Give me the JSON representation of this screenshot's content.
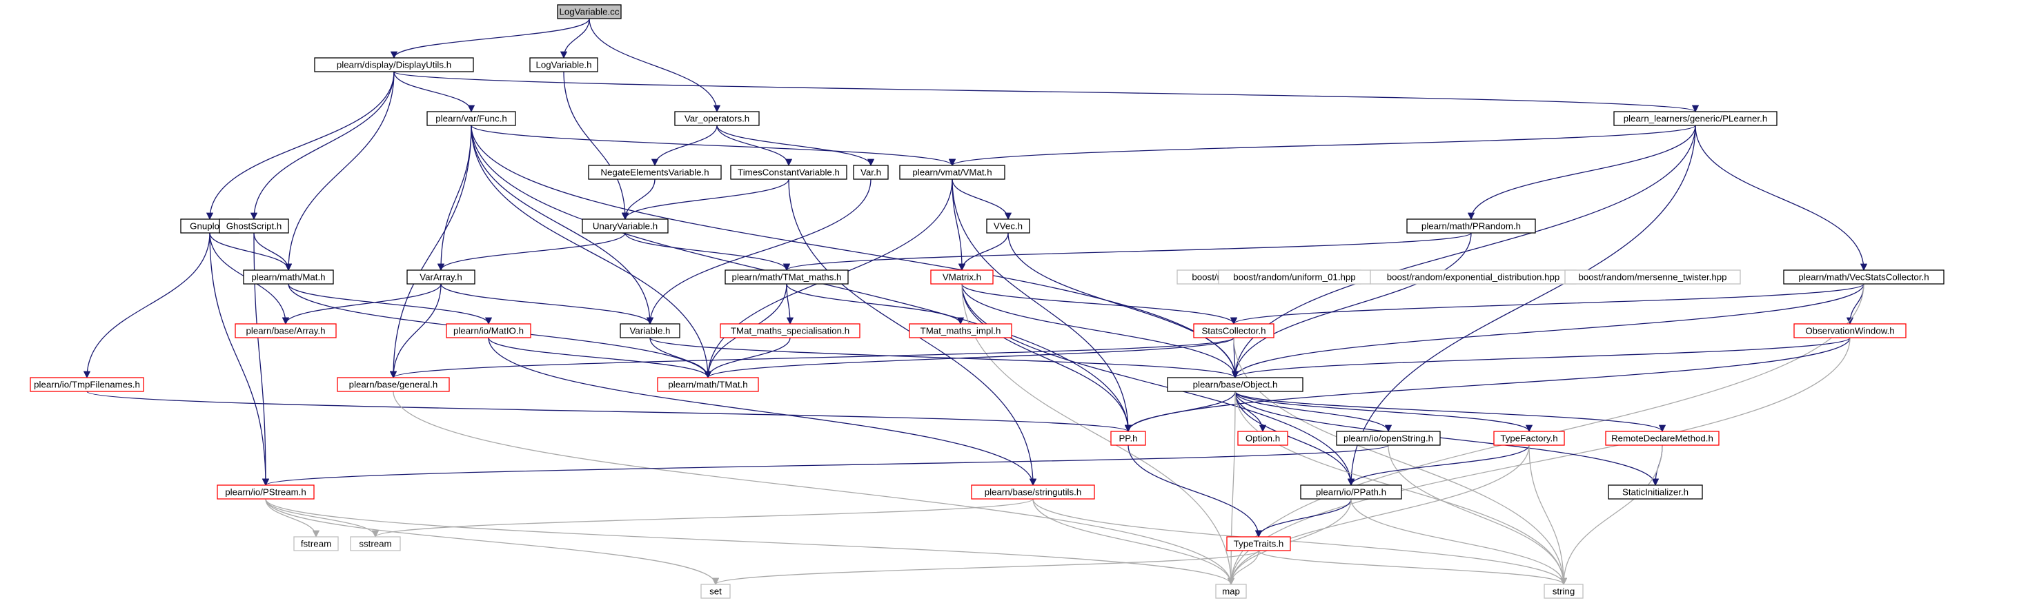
{
  "colors": {
    "edge_includes": "#191970",
    "edge_external": "#a9a9a9",
    "border_normal": "#000000",
    "border_truncated": "#ff0000",
    "border_external": "#bfbfbf",
    "fill_root": "#bfbfbf",
    "fill_normal": "#ffffff"
  },
  "nodes": [
    {
      "id": "root",
      "label": "LogVariable.cc",
      "kind": "root"
    },
    {
      "id": "displayutils",
      "label": "plearn/display/DisplayUtils.h",
      "kind": "normal"
    },
    {
      "id": "logvarh",
      "label": "LogVariable.h",
      "kind": "normal"
    },
    {
      "id": "varops",
      "label": "Var_operators.h",
      "kind": "normal"
    },
    {
      "id": "func",
      "label": "plearn/var/Func.h",
      "kind": "normal"
    },
    {
      "id": "plearner",
      "label": "plearn_learners/generic/PLearner.h",
      "kind": "normal"
    },
    {
      "id": "negate",
      "label": "NegateElementsVariable.h",
      "kind": "normal"
    },
    {
      "id": "timesconst",
      "label": "TimesConstantVariable.h",
      "kind": "normal"
    },
    {
      "id": "varh",
      "label": "Var.h",
      "kind": "normal"
    },
    {
      "id": "vmat",
      "label": "plearn/vmat/VMat.h",
      "kind": "normal"
    },
    {
      "id": "gnuplot",
      "label": "Gnuplot.h",
      "kind": "normal"
    },
    {
      "id": "ghostscript",
      "label": "GhostScript.h",
      "kind": "normal"
    },
    {
      "id": "unary",
      "label": "UnaryVariable.h",
      "kind": "normal"
    },
    {
      "id": "vvec",
      "label": "VVec.h",
      "kind": "normal"
    },
    {
      "id": "prandom",
      "label": "plearn/math/PRandom.h",
      "kind": "normal"
    },
    {
      "id": "mat",
      "label": "plearn/math/Mat.h",
      "kind": "normal"
    },
    {
      "id": "vararray",
      "label": "VarArray.h",
      "kind": "normal"
    },
    {
      "id": "tmatmaths",
      "label": "plearn/math/TMat_maths.h",
      "kind": "normal"
    },
    {
      "id": "vmatrix",
      "label": "VMatrix.h",
      "kind": "truncated"
    },
    {
      "id": "normaldist",
      "label": "boost/random/normal_distribution.hpp",
      "kind": "external"
    },
    {
      "id": "uniform01",
      "label": "boost/random/uniform_01.hpp",
      "kind": "external"
    },
    {
      "id": "expdist",
      "label": "boost/random/exponential_distribution.hpp",
      "kind": "external"
    },
    {
      "id": "mersenne",
      "label": "boost/random/mersenne_twister.hpp",
      "kind": "external"
    },
    {
      "id": "vecstats",
      "label": "plearn/math/VecStatsCollector.h",
      "kind": "normal"
    },
    {
      "id": "array",
      "label": "plearn/base/Array.h",
      "kind": "truncated"
    },
    {
      "id": "matio",
      "label": "plearn/io/MatIO.h",
      "kind": "truncated"
    },
    {
      "id": "variableh",
      "label": "Variable.h",
      "kind": "normal"
    },
    {
      "id": "tmatspec",
      "label": "TMat_maths_specialisation.h",
      "kind": "truncated"
    },
    {
      "id": "tmatimpl",
      "label": "TMat_maths_impl.h",
      "kind": "truncated"
    },
    {
      "id": "statscollector",
      "label": "StatsCollector.h",
      "kind": "truncated"
    },
    {
      "id": "obswindow",
      "label": "ObservationWindow.h",
      "kind": "truncated"
    },
    {
      "id": "tmpfilenames",
      "label": "plearn/io/TmpFilenames.h",
      "kind": "truncated"
    },
    {
      "id": "general",
      "label": "plearn/base/general.h",
      "kind": "truncated"
    },
    {
      "id": "tmat",
      "label": "plearn/math/TMat.h",
      "kind": "truncated"
    },
    {
      "id": "object",
      "label": "plearn/base/Object.h",
      "kind": "normal"
    },
    {
      "id": "pph",
      "label": "PP.h",
      "kind": "truncated"
    },
    {
      "id": "option",
      "label": "Option.h",
      "kind": "truncated"
    },
    {
      "id": "openstring",
      "label": "plearn/io/openString.h",
      "kind": "normal"
    },
    {
      "id": "typefactory",
      "label": "TypeFactory.h",
      "kind": "truncated"
    },
    {
      "id": "remotedeclare",
      "label": "RemoteDeclareMethod.h",
      "kind": "truncated"
    },
    {
      "id": "pstream",
      "label": "plearn/io/PStream.h",
      "kind": "truncated"
    },
    {
      "id": "stringutils",
      "label": "plearn/base/stringutils.h",
      "kind": "truncated"
    },
    {
      "id": "ppath",
      "label": "plearn/io/PPath.h",
      "kind": "normal"
    },
    {
      "id": "staticinit",
      "label": "StaticInitializer.h",
      "kind": "normal"
    },
    {
      "id": "fstream",
      "label": "fstream",
      "kind": "external"
    },
    {
      "id": "sstream",
      "label": "sstream",
      "kind": "external"
    },
    {
      "id": "typetraits",
      "label": "TypeTraits.h",
      "kind": "truncated"
    },
    {
      "id": "set",
      "label": "set",
      "kind": "external"
    },
    {
      "id": "map",
      "label": "map",
      "kind": "external"
    },
    {
      "id": "string",
      "label": "string",
      "kind": "external"
    }
  ],
  "edges": [
    [
      "root",
      "displayutils"
    ],
    [
      "root",
      "logvarh"
    ],
    [
      "root",
      "varops"
    ],
    [
      "displayutils",
      "func"
    ],
    [
      "displayutils",
      "plearner"
    ],
    [
      "displayutils",
      "gnuplot"
    ],
    [
      "displayutils",
      "ghostscript"
    ],
    [
      "displayutils",
      "mat"
    ],
    [
      "logvarh",
      "unary"
    ],
    [
      "varops",
      "negate"
    ],
    [
      "varops",
      "timesconst"
    ],
    [
      "varops",
      "varh"
    ],
    [
      "func",
      "vmat"
    ],
    [
      "func",
      "general"
    ],
    [
      "func",
      "pph"
    ],
    [
      "func",
      "vararray"
    ],
    [
      "func",
      "tmat"
    ],
    [
      "func",
      "variableh"
    ],
    [
      "func",
      "object"
    ],
    [
      "plearner",
      "vmat"
    ],
    [
      "plearner",
      "prandom"
    ],
    [
      "plearner",
      "vecstats"
    ],
    [
      "plearner",
      "object"
    ],
    [
      "plearner",
      "ppath"
    ],
    [
      "negate",
      "unary"
    ],
    [
      "timesconst",
      "unary"
    ],
    [
      "timesconst",
      "stringutils"
    ],
    [
      "varh",
      "variableh"
    ],
    [
      "vmat",
      "vvec"
    ],
    [
      "vmat",
      "vmatrix"
    ],
    [
      "vmat",
      "tmat"
    ],
    [
      "vmat",
      "pph"
    ],
    [
      "gnuplot",
      "mat"
    ],
    [
      "gnuplot",
      "array"
    ],
    [
      "gnuplot",
      "tmpfilenames"
    ],
    [
      "gnuplot",
      "pstream"
    ],
    [
      "ghostscript",
      "mat"
    ],
    [
      "ghostscript",
      "pstream"
    ],
    [
      "unary",
      "vararray"
    ],
    [
      "unary",
      "tmatmaths"
    ],
    [
      "vvec",
      "vmatrix"
    ],
    [
      "vvec",
      "object"
    ],
    [
      "prandom",
      "tmatmaths"
    ],
    [
      "prandom",
      "object"
    ],
    [
      "mat",
      "matio"
    ],
    [
      "mat",
      "tmat"
    ],
    [
      "vararray",
      "array"
    ],
    [
      "vararray",
      "general"
    ],
    [
      "vararray",
      "variableh"
    ],
    [
      "tmatmaths",
      "tmatspec"
    ],
    [
      "tmatmaths",
      "tmatimpl"
    ],
    [
      "tmatmaths",
      "tmat"
    ],
    [
      "vmatrix",
      "statscollector"
    ],
    [
      "vmatrix",
      "object"
    ],
    [
      "vmatrix",
      "pph"
    ],
    [
      "vmatrix",
      "ppath"
    ],
    [
      "vmatrix",
      "map"
    ],
    [
      "vecstats",
      "statscollector"
    ],
    [
      "vecstats",
      "obswindow"
    ],
    [
      "vecstats",
      "object"
    ],
    [
      "vecstats",
      "map"
    ],
    [
      "matio",
      "tmat"
    ],
    [
      "matio",
      "stringutils"
    ],
    [
      "variableh",
      "tmat"
    ],
    [
      "variableh",
      "object"
    ],
    [
      "tmatspec",
      "tmat"
    ],
    [
      "statscollector",
      "general"
    ],
    [
      "statscollector",
      "tmat"
    ],
    [
      "statscollector",
      "object"
    ],
    [
      "statscollector",
      "string"
    ],
    [
      "obswindow",
      "object"
    ],
    [
      "obswindow",
      "pph"
    ],
    [
      "obswindow",
      "map"
    ],
    [
      "tmpfilenames",
      "pph"
    ],
    [
      "general",
      "map"
    ],
    [
      "object",
      "pph"
    ],
    [
      "object",
      "option"
    ],
    [
      "object",
      "openstring"
    ],
    [
      "object",
      "typefactory"
    ],
    [
      "object",
      "remotedeclare"
    ],
    [
      "object",
      "ppath"
    ],
    [
      "object",
      "staticinit"
    ],
    [
      "object",
      "map"
    ],
    [
      "object",
      "string"
    ],
    [
      "pph",
      "typetraits"
    ],
    [
      "openstring",
      "pstream"
    ],
    [
      "openstring",
      "string"
    ],
    [
      "typefactory",
      "ppath"
    ],
    [
      "typefactory",
      "map"
    ],
    [
      "typefactory",
      "string"
    ],
    [
      "remotedeclare",
      "staticinit"
    ],
    [
      "remotedeclare",
      "string"
    ],
    [
      "pstream",
      "fstream"
    ],
    [
      "pstream",
      "sstream"
    ],
    [
      "pstream",
      "set"
    ],
    [
      "pstream",
      "map"
    ],
    [
      "stringutils",
      "sstream"
    ],
    [
      "stringutils",
      "map"
    ],
    [
      "stringutils",
      "string"
    ],
    [
      "ppath",
      "typetraits"
    ],
    [
      "ppath",
      "map"
    ],
    [
      "ppath",
      "string"
    ],
    [
      "typetraits",
      "set"
    ],
    [
      "typetraits",
      "map"
    ],
    [
      "typetraits",
      "string"
    ]
  ]
}
